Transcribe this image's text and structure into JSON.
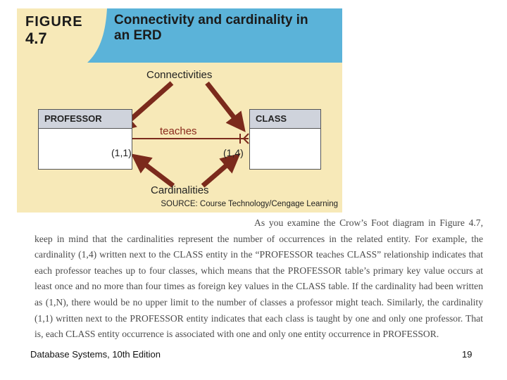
{
  "figure": {
    "label_word": "FIGURE",
    "label_number": "4.7",
    "title_line1": "Connectivity and cardinality in",
    "title_line2": "an ERD",
    "header_color": "#5bb3d9",
    "panel_color": "#f7e9b8",
    "arrow_color": "#7b2a1c",
    "source": "SOURCE: Course Technology/Cengage Learning"
  },
  "diagram": {
    "entities": [
      {
        "name": "PROFESSOR"
      },
      {
        "name": "CLASS"
      }
    ],
    "relationship": "teaches",
    "connectivities_label": "Connectivities",
    "cardinalities_label": "Cardinalities",
    "cardinality_left": "(1,1)",
    "cardinality_right": "(1,4)"
  },
  "body": {
    "paragraph": "As you examine the Crow’s Foot diagram in Figure 4.7, keep in mind that the cardinalities represent the number of occurrences in the related entity. For example, the cardinality (1,4) written next to the CLASS entity in the “PROFESSOR teaches CLASS” relationship indicates that each professor teaches up to four classes, which means that the PROFESSOR table’s primary key value occurs at least once and no more than four times as foreign key values in the CLASS table. If the cardinality had been written as (1,N), there would be no upper limit to the number of classes a professor might teach. Similarly, the cardinality (1,1) written next to the PROFESSOR entity indicates that each class is taught by one and only one professor. That is, each CLASS entity occurrence is associated with one and only one entity occurrence in PROFESSOR."
  },
  "footer": {
    "left": "Database Systems, 10th Edition",
    "page_number": "19"
  }
}
